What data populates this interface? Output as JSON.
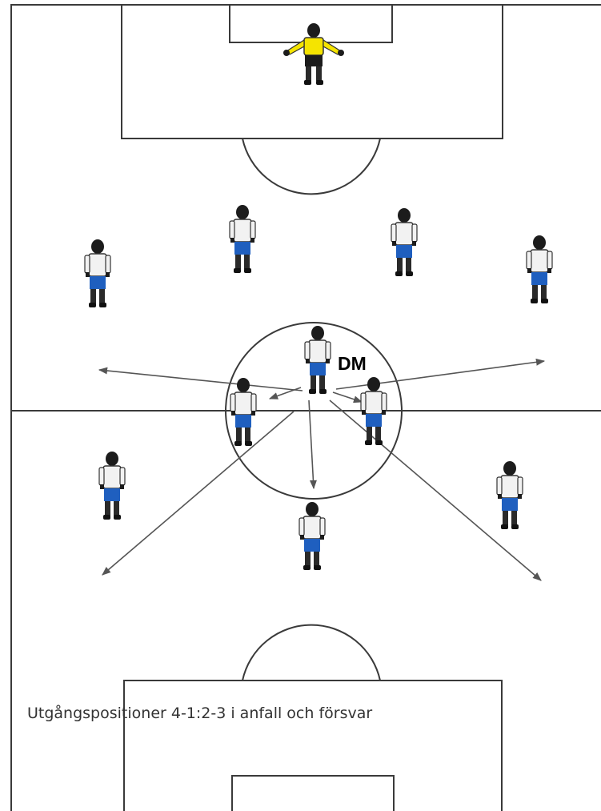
{
  "diagram": {
    "caption": "Utgångspositioner 4-1:2-3 i anfall och försvar",
    "dm_label": "DM",
    "colors": {
      "goalkeeper_shirt": "#f5e400",
      "player_shirt": "#f2f2f2",
      "player_shorts": "#1f5fbf",
      "skin": "#1c1c1c",
      "line": "#3a3a3a"
    },
    "players": [
      {
        "id": "goalkeeper",
        "role": "goalkeeper"
      },
      {
        "id": "left-back",
        "role": "outfield"
      },
      {
        "id": "left-center-back",
        "role": "outfield"
      },
      {
        "id": "right-center-back",
        "role": "outfield"
      },
      {
        "id": "right-back",
        "role": "outfield"
      },
      {
        "id": "defensive-midfielder",
        "role": "outfield"
      },
      {
        "id": "left-central-midfielder",
        "role": "outfield"
      },
      {
        "id": "right-central-midfielder",
        "role": "outfield"
      },
      {
        "id": "left-winger",
        "role": "outfield"
      },
      {
        "id": "striker",
        "role": "outfield"
      },
      {
        "id": "right-winger",
        "role": "outfield"
      }
    ],
    "passes": [
      {
        "from": "defensive-midfielder",
        "to": "left-back"
      },
      {
        "from": "defensive-midfielder",
        "to": "right-back"
      },
      {
        "from": "defensive-midfielder",
        "to": "left-central-midfielder"
      },
      {
        "from": "defensive-midfielder",
        "to": "right-central-midfielder"
      },
      {
        "from": "defensive-midfielder",
        "to": "striker"
      },
      {
        "from": "defensive-midfielder",
        "to": "left-winger"
      },
      {
        "from": "defensive-midfielder",
        "to": "right-winger"
      }
    ]
  }
}
